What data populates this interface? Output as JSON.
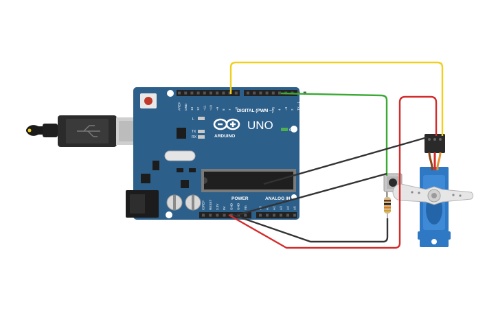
{
  "board": {
    "brand": "ARDUINO",
    "model": "UNO",
    "digital_label": "DIGITAL (PWM ~)",
    "power_label": "POWER",
    "analog_label": "ANALOG IN",
    "on_label": "ON",
    "led_l": "L",
    "led_tx": "TX",
    "led_rx": "RX",
    "digital_pins": [
      "AREF",
      "GND",
      "13",
      "12",
      "~11",
      "~10",
      "~9",
      "8",
      "7",
      "~6",
      "~5",
      "4",
      "~3",
      "2",
      "TX→1",
      "RX←0"
    ],
    "power_pins": [
      "IOREF",
      "RESET",
      "3.3V",
      "5V",
      "GND",
      "GND",
      "Vin"
    ],
    "analog_pins": [
      "A0",
      "A1",
      "A2",
      "A3",
      "A4",
      "A5"
    ]
  },
  "colors": {
    "board": "#2c5f8a",
    "wire_yellow": "#f2cf1d",
    "wire_green": "#3aaa35",
    "wire_red": "#d42b2b",
    "wire_black": "#333333",
    "servo": "#2f78c4"
  }
}
